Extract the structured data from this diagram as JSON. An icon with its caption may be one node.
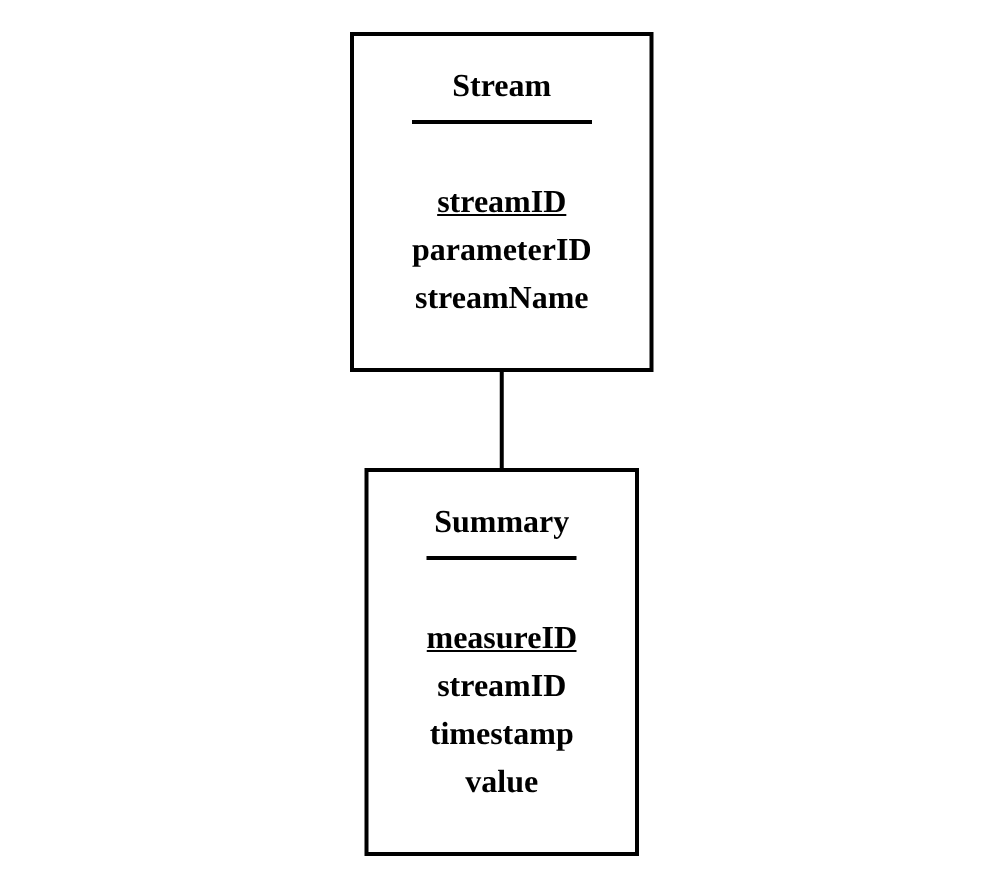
{
  "diagram": {
    "nodes": [
      {
        "text": [
          "Stream",
          "streamID parameterID streamName"
        ]
      },
      {
        "text": [
          "Summary",
          "measureID streamID timestamp value"
        ]
      }
    ],
    "edges": [
      {
        "from": 0,
        "to": 1,
        "arrow": "none"
      }
    ]
  }
}
